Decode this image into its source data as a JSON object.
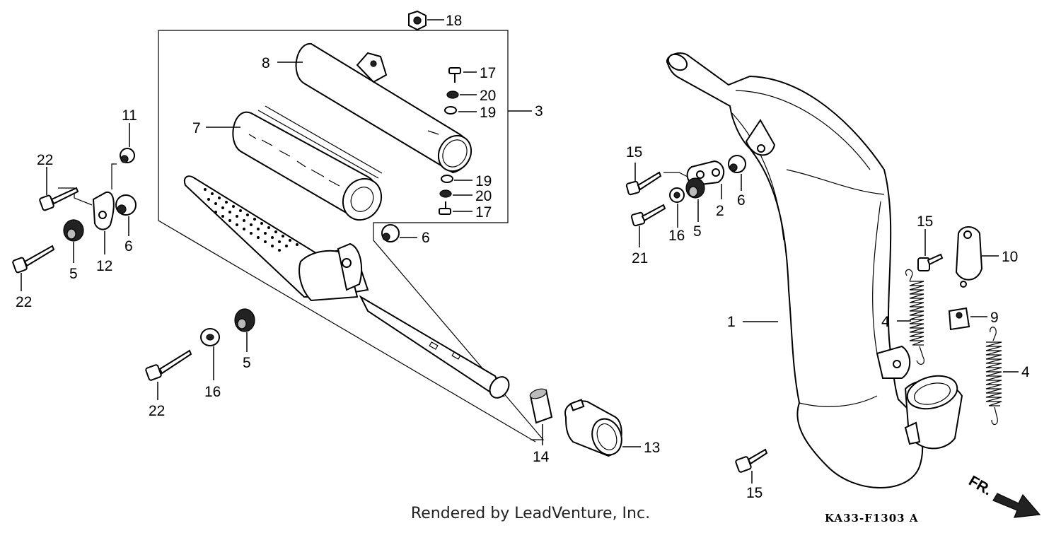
{
  "diagram": {
    "callouts": {
      "c1": "1",
      "c2": "2",
      "c3": "3",
      "c4a": "4",
      "c4b": "4",
      "c5a": "5",
      "c5b": "5",
      "c5c": "5",
      "c6a": "6",
      "c6b": "6",
      "c6c": "6",
      "c7": "7",
      "c8": "8",
      "c9": "9",
      "c10": "10",
      "c11": "11",
      "c12": "12",
      "c13": "13",
      "c14": "14",
      "c15a": "15",
      "c15b": "15",
      "c15c": "15",
      "c16a": "16",
      "c16b": "16",
      "c17a": "17",
      "c17b": "17",
      "c18": "18",
      "c19a": "19",
      "c19b": "19",
      "c20a": "20",
      "c20b": "20",
      "c21": "21",
      "c22a": "22",
      "c22b": "22",
      "c22c": "22"
    },
    "direction_label": "FR.",
    "credit": "Rendered by LeadVenture, Inc.",
    "drawing_code": "KA33-F1303",
    "drawing_revision": "A"
  }
}
